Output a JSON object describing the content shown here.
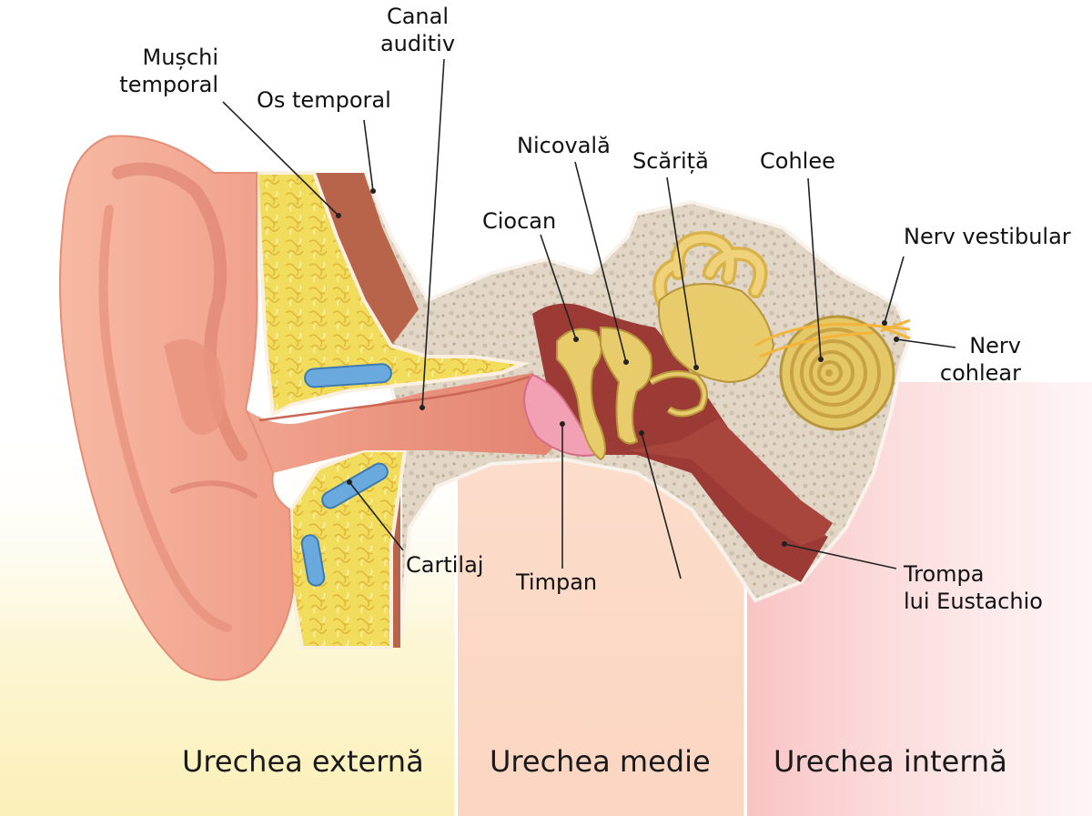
{
  "labels": {
    "muschi_temporal": [
      "Mușchi",
      "temporal"
    ],
    "canal_auditiv": [
      "Canal",
      "auditiv"
    ],
    "os_temporal": "Os temporal",
    "nicovala": "Nicovală",
    "scarita": "Scăriță",
    "cohlee": "Cohlee",
    "ciocan": "Ciocan",
    "nerv_vestibular": "Nerv vestibular",
    "nerv_cohlear": [
      "Nerv",
      "cohlear"
    ],
    "cartilaj": "Cartilaj",
    "timpan": "Timpan",
    "trompa_eustachio": [
      "Trompa",
      "lui Eustachio"
    ]
  },
  "zones": {
    "external": "Urechea externă",
    "middle": "Urechea medie",
    "inner": "Urechea internă"
  },
  "colors": {
    "zone_external": "#fbf0b8",
    "zone_middle": "#fbd6c2",
    "zone_inner": "#f9c3c3",
    "skin": "#f4aa94",
    "skin_dark": "#d97b6a",
    "cartilage": "#f2dc5c",
    "bone": "#e2d6c6",
    "muscle": "#b8644a",
    "ossicle": "#e8cb6a",
    "cavity": "#9c3b36",
    "cartilage_blue": "#6aa9dd",
    "leader": "#222222"
  }
}
